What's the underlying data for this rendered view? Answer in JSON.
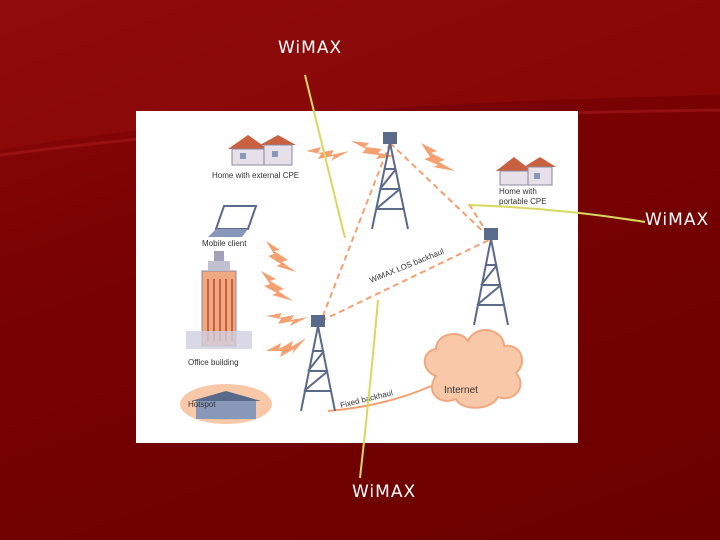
{
  "callouts": {
    "top": "WiMAX",
    "right": "WiMAX",
    "bottom": "WiMAX"
  },
  "diagram": {
    "home_external": "Home with external CPE",
    "home_portable_1": "Home with",
    "home_portable_2": "portable CPE",
    "mobile_client": "Mobile client",
    "office_building": "Office building",
    "hotspot": "Hotspot",
    "internet": "Internet",
    "los_backhaul": "WiMAX LOS backhaul",
    "fixed_backhaul": "Fixed backhaul"
  },
  "colors": {
    "background": "#7a0202",
    "panel": "#ffffff",
    "link": "#f4a070",
    "tower": "#5a6a8a",
    "internet_cloud": "#f8c8a8",
    "callout_line": "#d8d860"
  }
}
